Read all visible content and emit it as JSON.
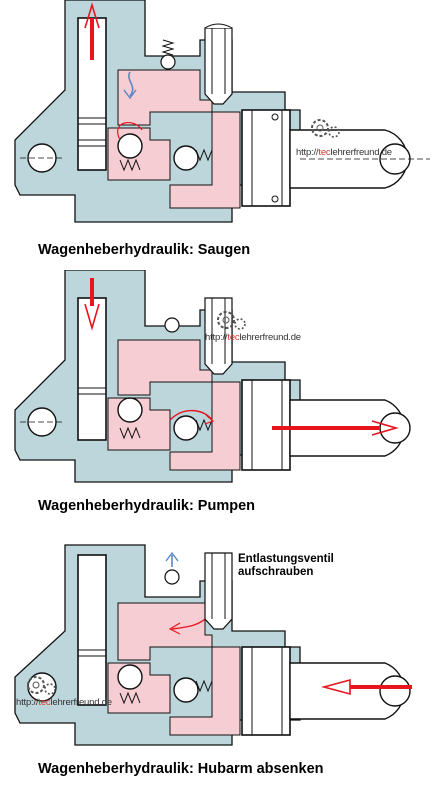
{
  "colors": {
    "housing": "#bcd6dc",
    "oil": "#f6cdd2",
    "arrow": "#e8141e",
    "blue_arrow": "#5b86c4",
    "line": "#111111"
  },
  "watermark": {
    "prefix": "http://",
    "accent": "tec",
    "suffix": "lehrerfreund.de",
    "icon": "gear-logo-icon"
  },
  "panels": [
    {
      "caption": "Wagenheberhydraulik: Saugen"
    },
    {
      "caption": "Wagenheberhydraulik: Pumpen"
    },
    {
      "caption": "Wagenheberhydraulik: Hubarm absenken"
    }
  ],
  "valve_note": {
    "line1": "Entlastungsventil",
    "line2": "aufschrauben"
  }
}
